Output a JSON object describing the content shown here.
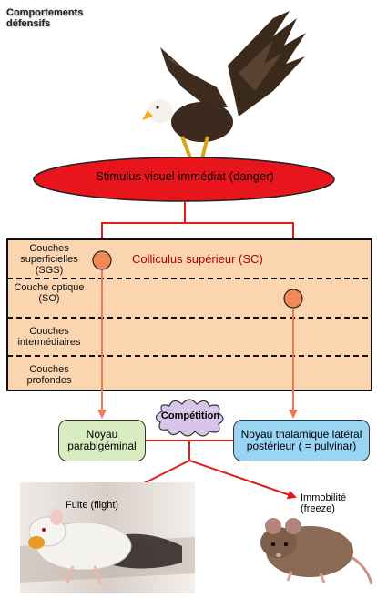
{
  "title": "Comportements défensifs",
  "stimulus": "Stimulus visuel immédiat (danger)",
  "colliculus": "Colliculus supérieur (SC)",
  "layers": [
    "Couches superficielles (SGS)",
    "Couche optique (SO)",
    "Couches intermédiaires",
    "Couches profondes"
  ],
  "targets": {
    "left": "Noyau parabigéminal",
    "right": "Noyau thalamique latéral postérieur ( = pulvinar)"
  },
  "competition": "Compétition",
  "outcomes": {
    "flight": "Fuite (flight)",
    "freeze": "Immobilité (freeze)"
  },
  "colors": {
    "stimulus_fill": "#e8161c",
    "sc_fill": "#fbd5b0",
    "nucleus_fill": "#f18a55",
    "arrow_red": "#e41a1a",
    "arrow_orange": "#ee7a55",
    "left_box": "#d8ecc2",
    "right_box": "#99d4f2",
    "competition_fill": "#d7c6e9"
  },
  "images": [
    "eagle",
    "running-mouse",
    "freezing-mouse"
  ]
}
